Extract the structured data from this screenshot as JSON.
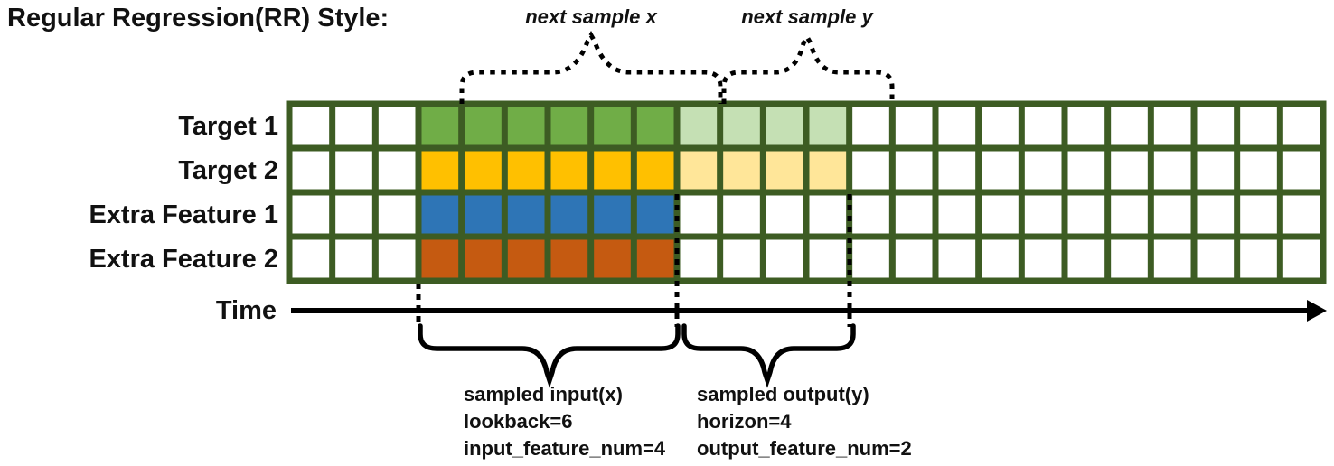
{
  "title": "Regular Regression(RR) Style:",
  "top_annotations": {
    "next_sample_x": "next sample x",
    "next_sample_y": "next sample y"
  },
  "rows": [
    {
      "label": "Target 1",
      "input_color": "#70ad47",
      "output_color": "#c5e0b4"
    },
    {
      "label": "Target 2",
      "input_color": "#ffc000",
      "output_color": "#ffe699"
    },
    {
      "label": "Extra Feature 1",
      "input_color": "#2e75b6",
      "output_color": null
    },
    {
      "label": "Extra Feature 2",
      "input_color": "#c55a11",
      "output_color": null
    }
  ],
  "grid": {
    "columns": 24,
    "input_start_column": 4,
    "lookback": 6,
    "horizon": 4,
    "border_color": "#3d5c23",
    "cell_color": "#ffffff"
  },
  "time_axis": {
    "label": "Time"
  },
  "bottom_annotations": {
    "input": {
      "lines": [
        "sampled input(x)",
        "lookback=6",
        "input_feature_num=4"
      ]
    },
    "output": {
      "lines": [
        "sampled output(y)",
        "horizon=4",
        "output_feature_num=2"
      ]
    }
  }
}
